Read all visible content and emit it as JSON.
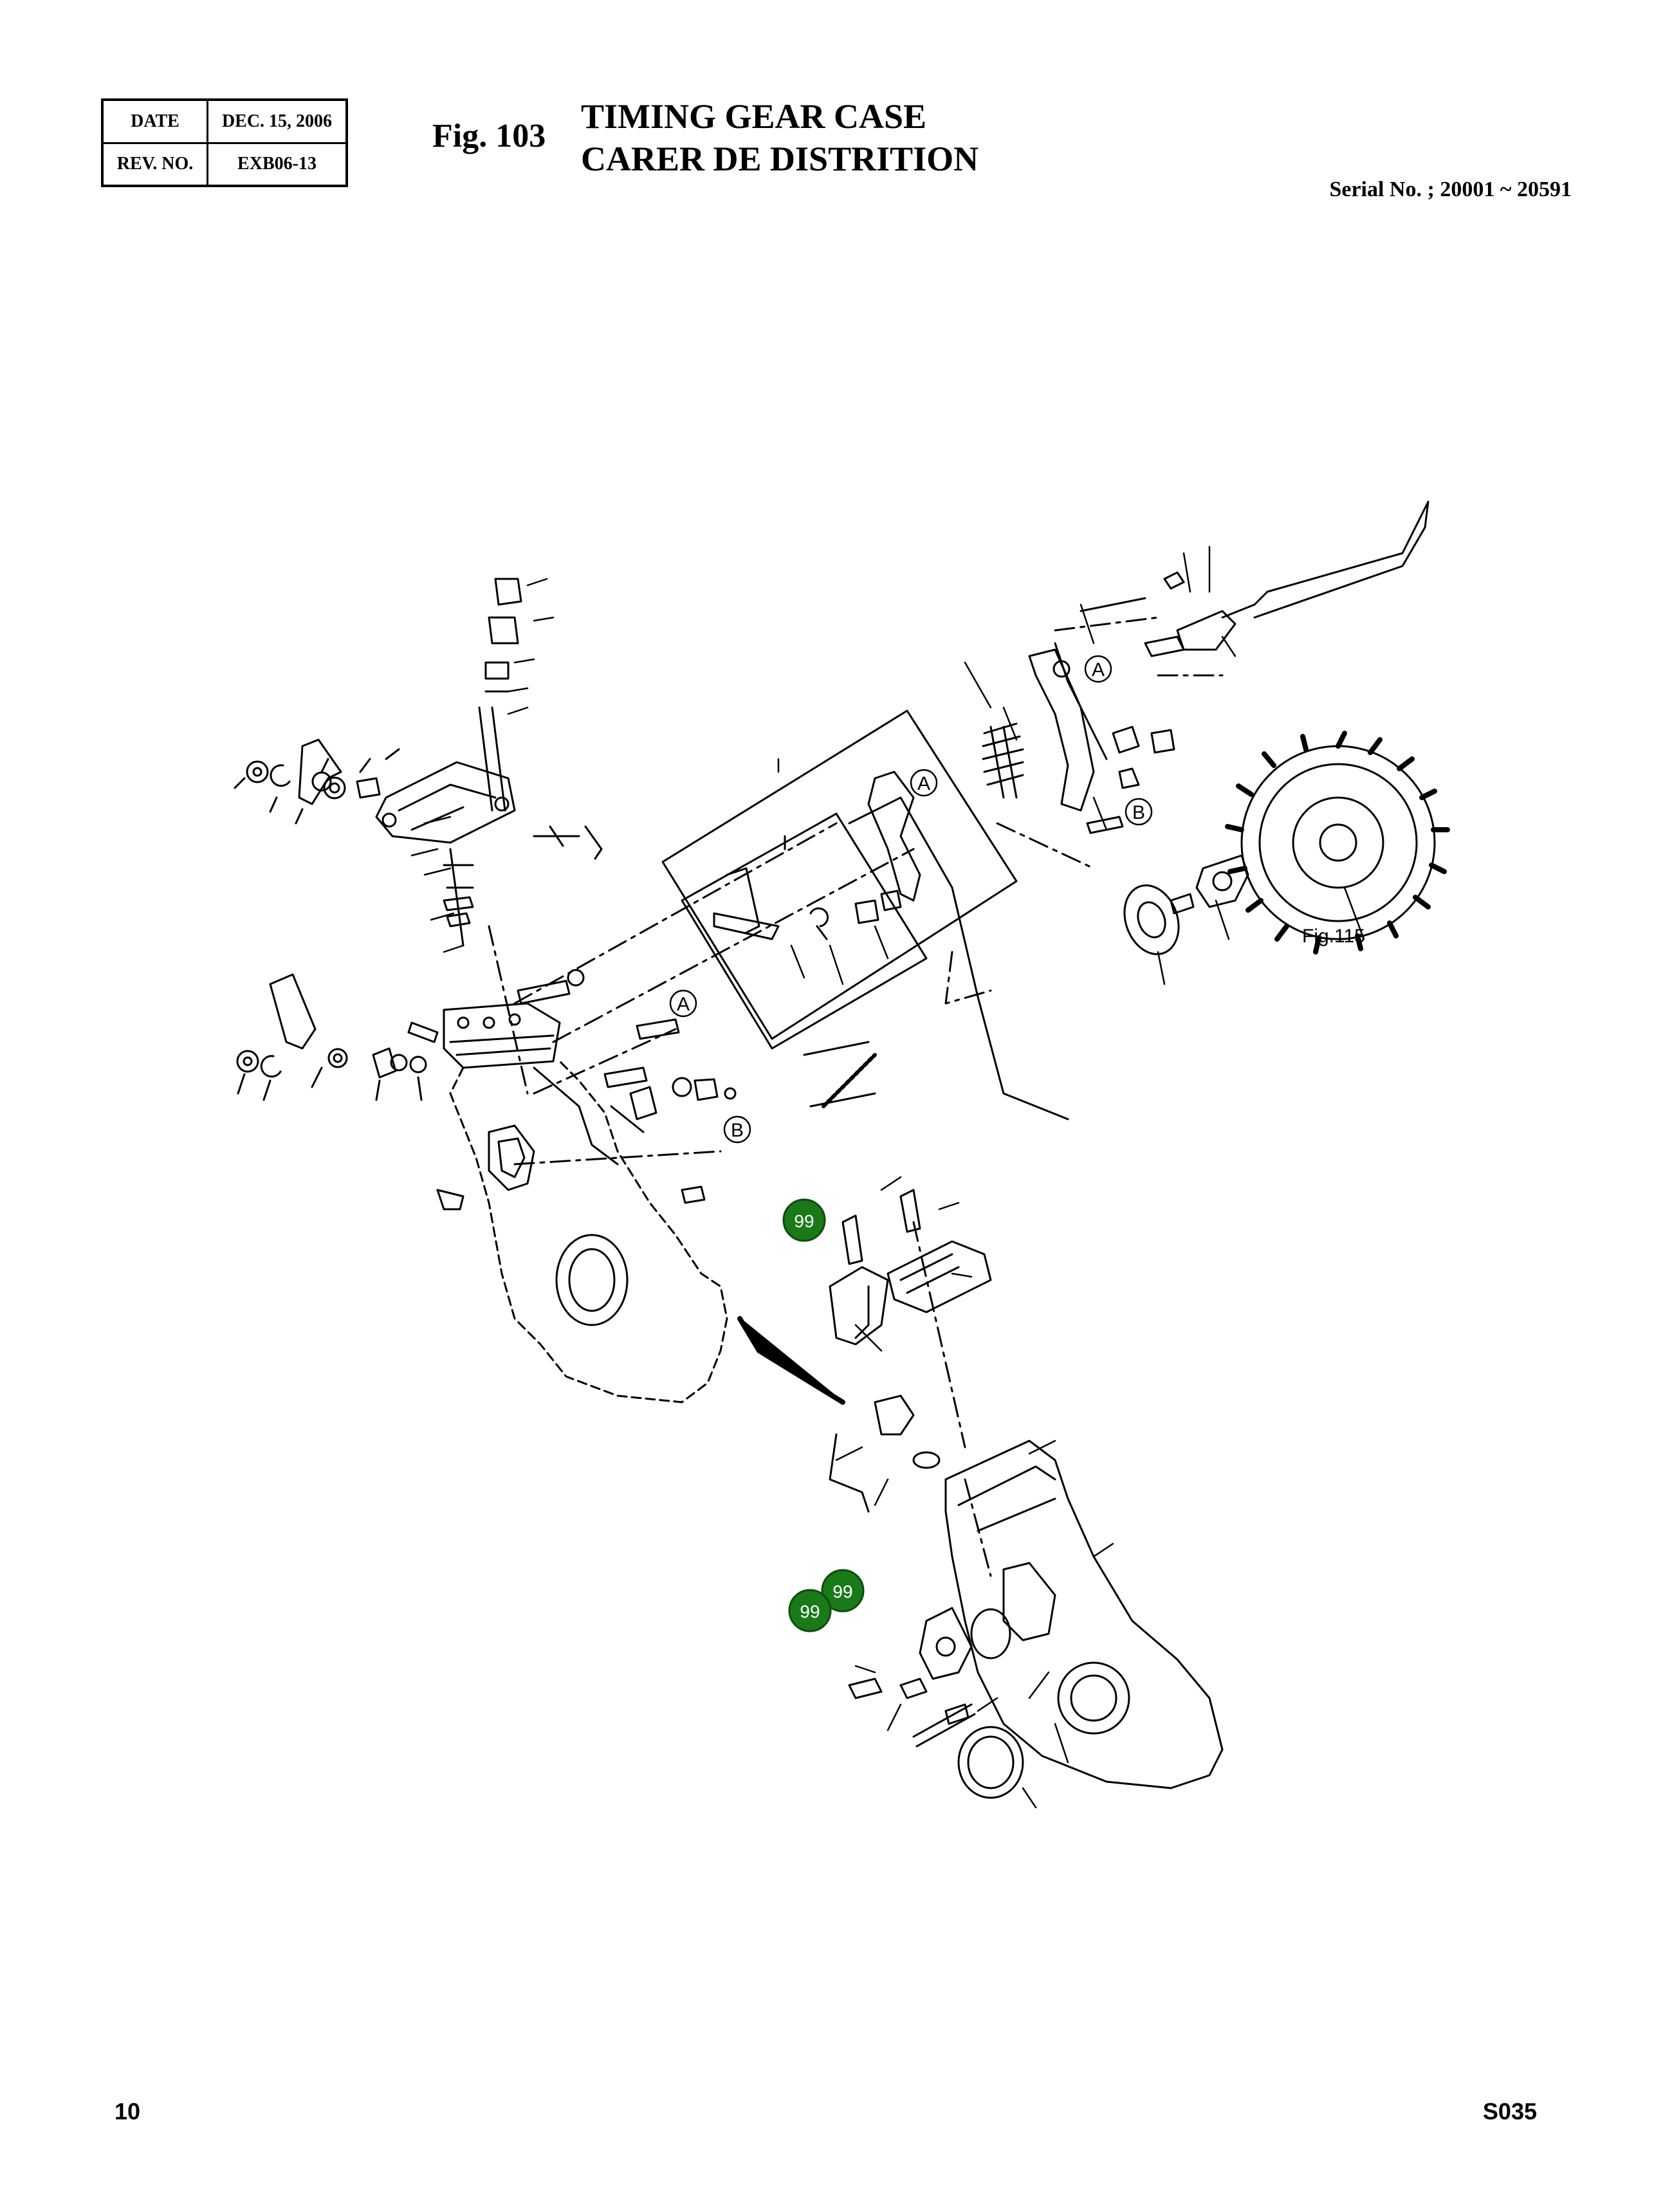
{
  "header": {
    "date_label": "DATE",
    "date_value": "DEC. 15, 2006",
    "rev_label": "REV. NO.",
    "rev_value": "EXB06-13",
    "fig_number": "Fig. 103",
    "title_en": "TIMING GEAR CASE",
    "title_fr": "CARER DE DISTRITION",
    "serial": "Serial No. ; 20001 ~ 20591"
  },
  "diagram": {
    "callouts": {
      "a": "A",
      "b": "B"
    },
    "fig_ref": "Fig.115",
    "badge_label": "99",
    "badge_color": "#1a7a1a"
  },
  "footer": {
    "page_number": "10",
    "doc_code": "S035"
  }
}
